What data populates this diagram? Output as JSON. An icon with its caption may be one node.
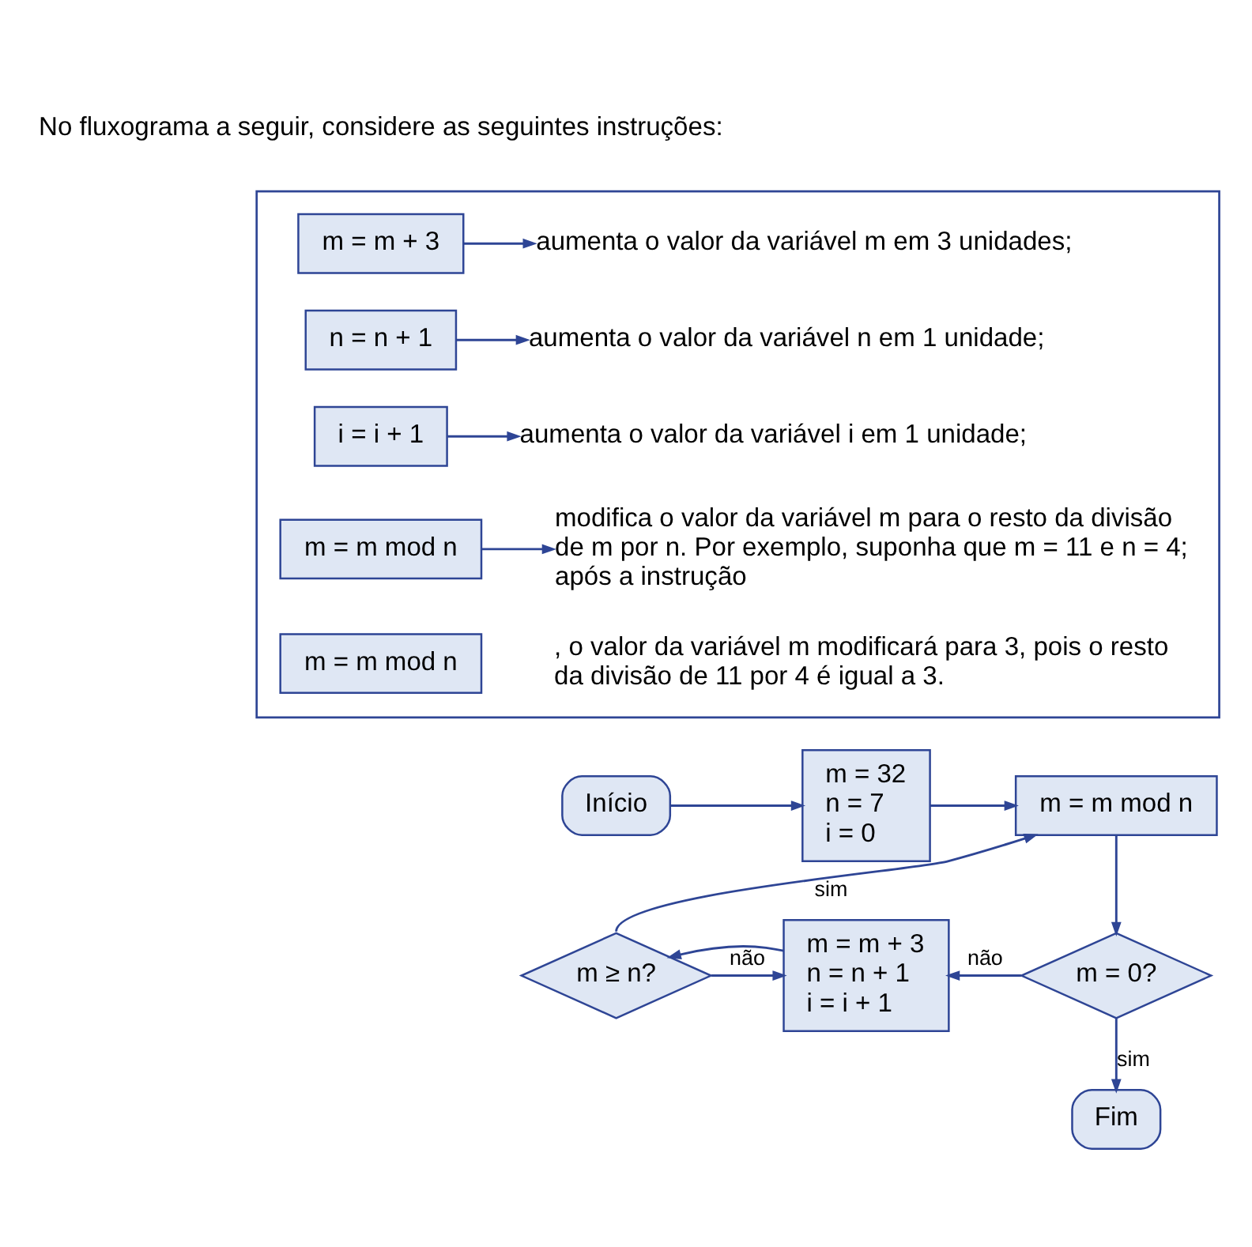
{
  "diagram": {
    "nodes": [
      {
        "text": [],
        "shape": "box"
      },
      {
        "text": [
          "m = m + 3"
        ],
        "in": 0
      },
      {
        "text": [
          "aumenta o valor da variável m em 3 unidades;"
        ],
        "in": 0
      },
      {
        "text": [
          "n = n + 1"
        ],
        "in": 0
      },
      {
        "text": [
          "aumenta o valor da variável n em 1 unidade;"
        ],
        "in": 0
      },
      {
        "text": [
          "i = i + 1"
        ],
        "in": 0
      },
      {
        "text": [
          "aumenta o valor da variável i em 1 unidade;"
        ],
        "in": 0
      },
      {
        "text": [
          "m = m mod n"
        ],
        "in": 0
      },
      {
        "text": [
          "modifica o valor da variável m para o resto da divisão de m por n. Por exemplo, suponha que m = 11 e n = 4; após a instrução"
        ],
        "in": 0
      },
      {
        "text": [
          "m = m mod n"
        ],
        "in": 0
      },
      {
        "text": [
          "Início"
        ]
      },
      {
        "text": [
          "m = 32",
          "n = 7",
          "i = 0"
        ]
      },
      {
        "text": [
          "m = m mod n"
        ]
      },
      {
        "text": [
          "m = 0?"
        ]
      },
      {
        "text": [
          "m = m + 3",
          "n = n + 1",
          "i = i + 1"
        ]
      },
      {
        "text": [
          "m ≥ n?"
        ]
      },
      {
        "text": [
          "Fim"
        ]
      }
    ],
    "edges": [
      {
        "from": 1,
        "to": 2,
        "arrow": "to"
      },
      {
        "from": 3,
        "to": 4,
        "arrow": "to"
      },
      {
        "from": 5,
        "to": 6,
        "arrow": "to"
      },
      {
        "from": 7,
        "to": 8,
        "arrow": "to"
      },
      {
        "from": 10,
        "to": 11,
        "arrow": "to"
      },
      {
        "from": 11,
        "to": 12,
        "arrow": "to"
      },
      {
        "from": 12,
        "to": 13,
        "arrow": "to"
      },
      {
        "from": 13,
        "to": 14,
        "arrow": "to",
        "label": "não"
      },
      {
        "from": 13,
        "to": 16,
        "arrow": "to",
        "label": "sim"
      },
      {
        "from": 14,
        "to": 15,
        "arrow": "to"
      },
      {
        "from": 15,
        "to": 12,
        "arrow": "to",
        "label": "sim"
      },
      {
        "from": 15,
        "to": 14,
        "arrow": "to",
        "label": "não"
      }
    ],
    "labels": [
      "No fluxograma a seguir, considere as seguintes instruções:",
      ", o valor da variável m modificará para 3, pois o resto da divisão de 11 por 4 é igual a 3."
    ]
  }
}
